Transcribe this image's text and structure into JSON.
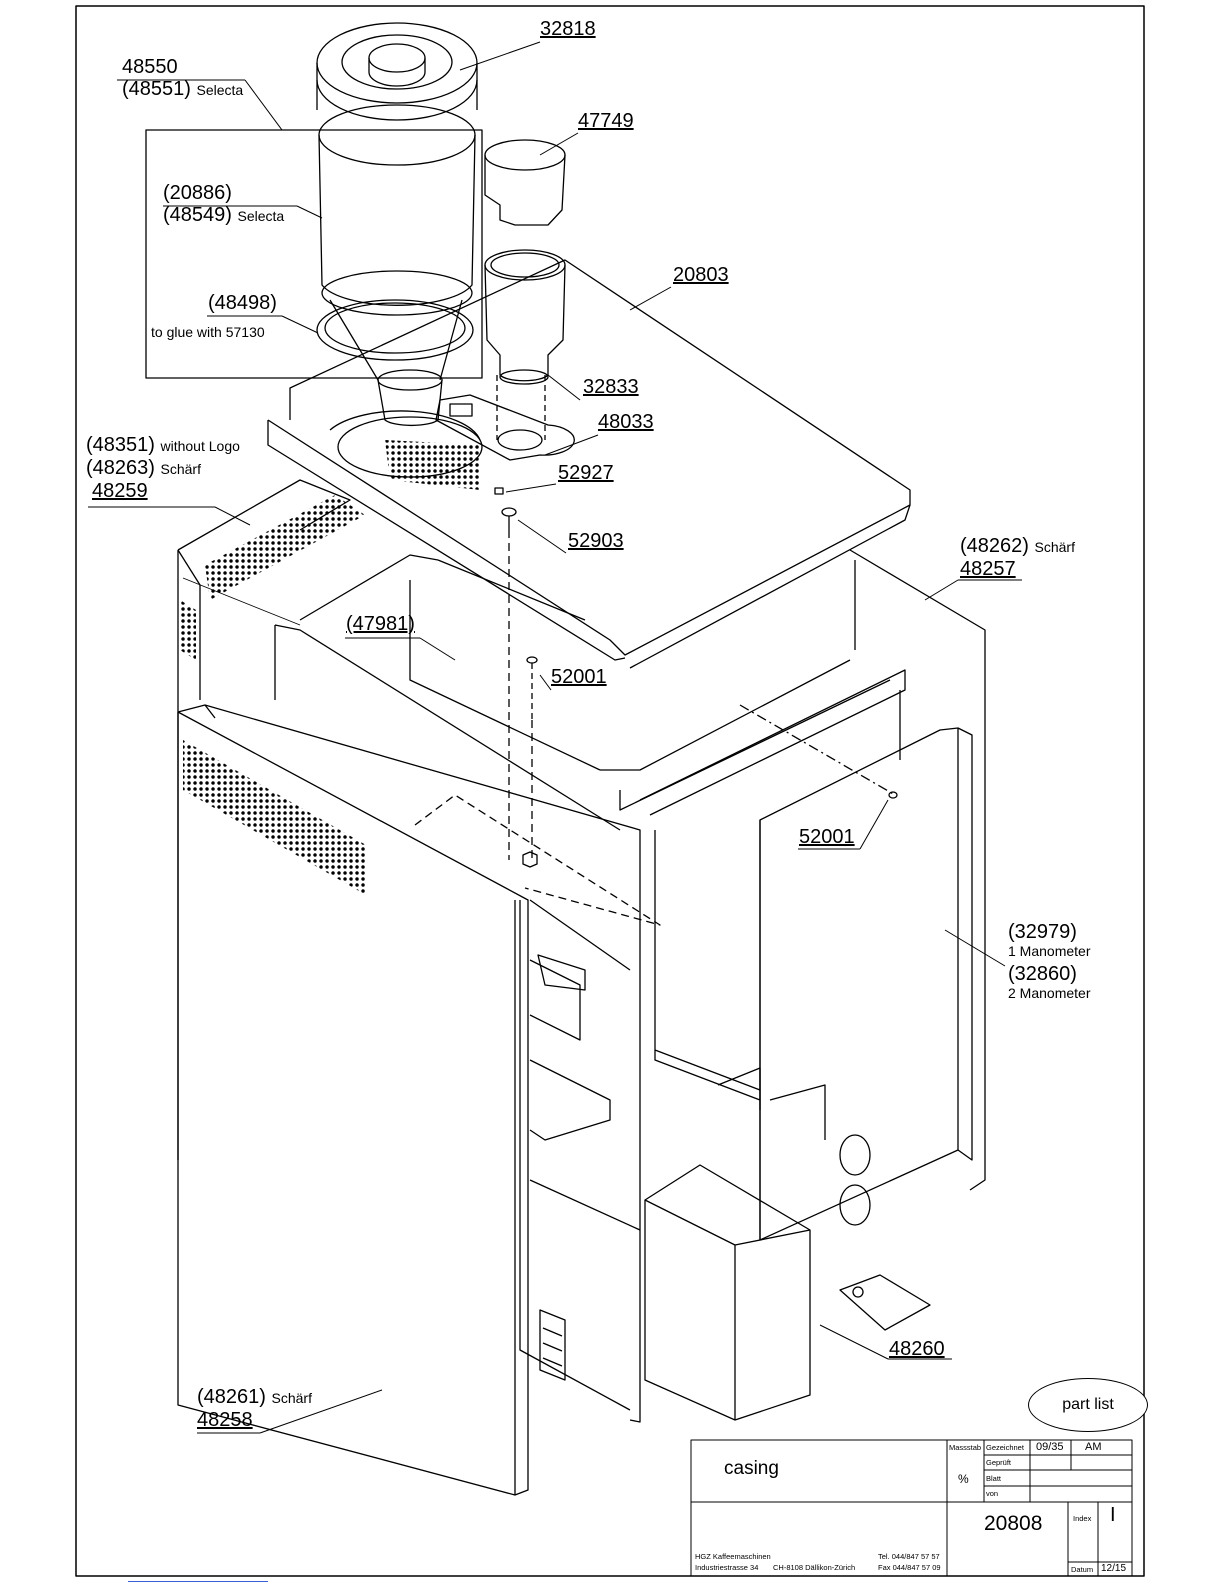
{
  "drawing": {
    "callouts": [
      {
        "id": "c-32818",
        "lines": [
          {
            "text": "32818",
            "underline": true
          }
        ]
      },
      {
        "id": "c-48550",
        "lines": [
          {
            "text": "48550"
          },
          {
            "text": "(48551)",
            "sub": "Selecta"
          }
        ]
      },
      {
        "id": "c-47749",
        "lines": [
          {
            "text": "47749",
            "underline": true
          }
        ]
      },
      {
        "id": "c-20886",
        "lines": [
          {
            "text": "(20886)"
          },
          {
            "text": "(48549)",
            "sub": "Selecta"
          }
        ]
      },
      {
        "id": "c-20803",
        "lines": [
          {
            "text": "20803",
            "underline": true
          }
        ]
      },
      {
        "id": "c-48498",
        "lines": [
          {
            "text": "(48498)"
          },
          {
            "text": "",
            "sub": "to glue with 57130"
          }
        ]
      },
      {
        "id": "c-32833",
        "lines": [
          {
            "text": "32833",
            "underline": true
          }
        ]
      },
      {
        "id": "c-48033",
        "lines": [
          {
            "text": "48033",
            "underline": true
          }
        ]
      },
      {
        "id": "c-48351",
        "lines": [
          {
            "text": "(48351)",
            "sub": "without Logo"
          },
          {
            "text": "(48263)",
            "sub": "Schärf"
          },
          {
            "text": "48259",
            "underline": true
          }
        ]
      },
      {
        "id": "c-52927",
        "lines": [
          {
            "text": "52927",
            "underline": true
          }
        ]
      },
      {
        "id": "c-52903",
        "lines": [
          {
            "text": "52903",
            "underline": true
          }
        ]
      },
      {
        "id": "c-48262",
        "lines": [
          {
            "text": "(48262)",
            "sub": "Schärf"
          },
          {
            "text": "48257",
            "underline": true
          }
        ]
      },
      {
        "id": "c-47981",
        "lines": [
          {
            "text": "(47981)",
            "underline": true
          }
        ]
      },
      {
        "id": "c-52001a",
        "lines": [
          {
            "text": "52001",
            "underline": true
          }
        ]
      },
      {
        "id": "c-52001b",
        "lines": [
          {
            "text": "52001",
            "underline": true
          }
        ]
      },
      {
        "id": "c-32979",
        "lines": [
          {
            "text": "(32979)"
          },
          {
            "text": "",
            "sub": "1 Manometer"
          },
          {
            "text": "(32860)"
          },
          {
            "text": "",
            "sub": "2 Manometer"
          }
        ]
      },
      {
        "id": "c-48260",
        "lines": [
          {
            "text": "48260",
            "underline": true
          }
        ]
      },
      {
        "id": "c-48261",
        "lines": [
          {
            "text": "(48261)",
            "sub": "Schärf"
          },
          {
            "text": "48258",
            "underline": true
          }
        ]
      }
    ],
    "part_list_label": "part list"
  },
  "title_block": {
    "title": "casing",
    "massstab_label": "Massstab",
    "massstab_value": "%",
    "gezeichnet_label": "Gezeichnet",
    "gezeichnet_date": "09/35",
    "gezeichnet_by": "AM",
    "geprueft_label": "Geprüft",
    "blatt_label": "Blatt",
    "von_label": "von",
    "company_name": "HGZ  Kaffeemaschinen",
    "company_street": "Industriestrasse  34",
    "company_city": "CH-8108  Dällikon-Zürich",
    "company_tel": "Tel.  044/847 57 57",
    "company_fax": "Fax  044/847 57 09",
    "drawing_number": "20808",
    "index_label": "Index",
    "index_value": "I",
    "datum_label": "Datum",
    "datum_value": "12/15"
  }
}
